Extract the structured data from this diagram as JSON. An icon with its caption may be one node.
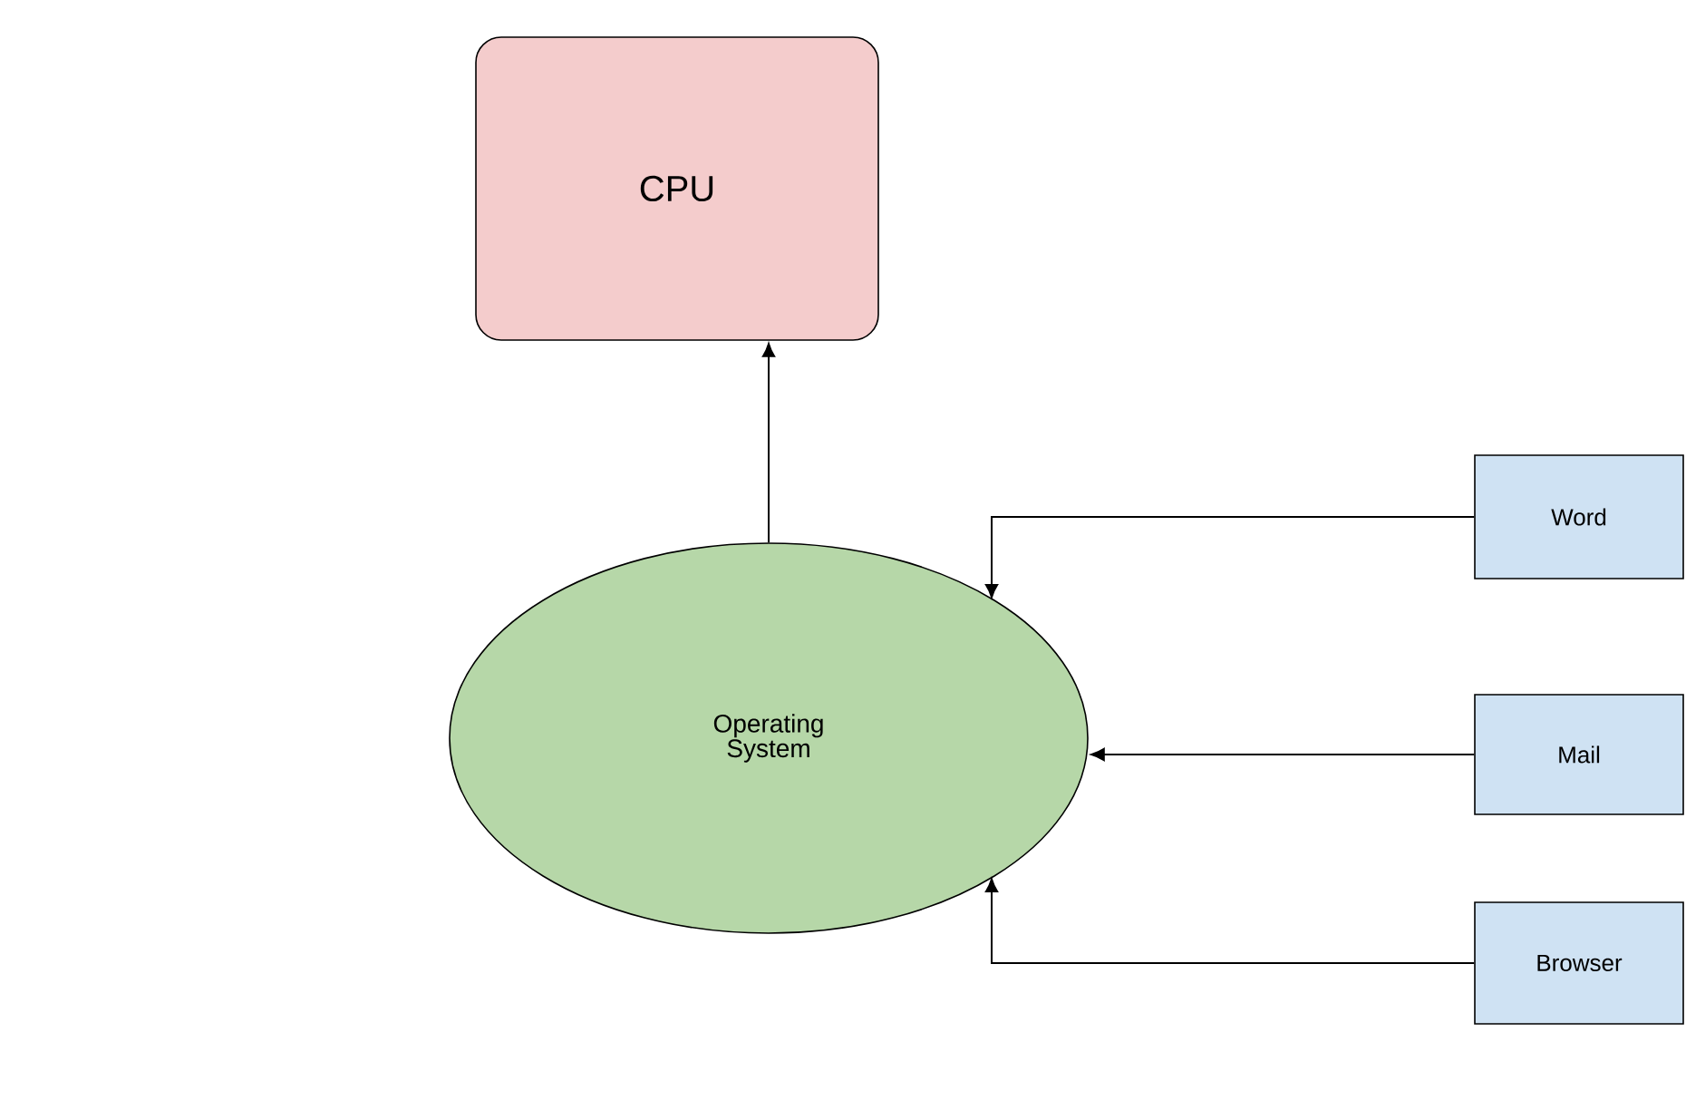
{
  "diagram": {
    "nodes": [
      {
        "text": [
          "CPU"
        ]
      },
      {
        "text": [
          "Operating System"
        ]
      },
      {
        "text": [
          "Word"
        ]
      },
      {
        "text": [
          "Mail"
        ]
      },
      {
        "text": [
          "Browser"
        ]
      }
    ],
    "edges": [
      {
        "from": 1,
        "to": 0,
        "arrow": "to"
      },
      {
        "from": 2,
        "to": 1,
        "arrow": "to"
      },
      {
        "from": 3,
        "to": 1,
        "arrow": "to"
      },
      {
        "from": 4,
        "to": 1,
        "arrow": "to"
      }
    ]
  }
}
